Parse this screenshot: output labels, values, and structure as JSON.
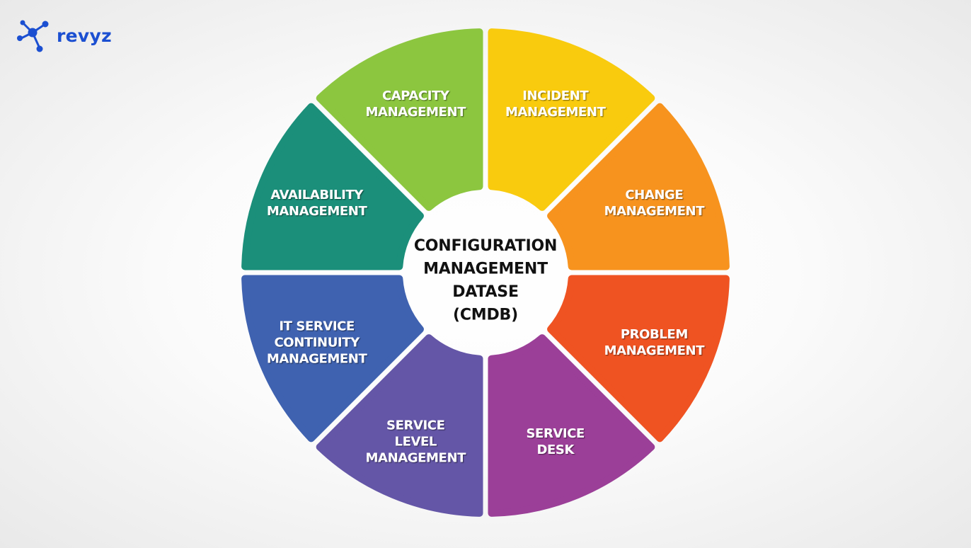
{
  "brand": {
    "name": "revyz",
    "color": "#1b4fd1",
    "icon": "molecule-network-icon"
  },
  "center": {
    "lines": [
      "CONFIGURATION",
      "MANAGEMENT",
      "DATASE",
      "(CMDB)"
    ],
    "color": "#111111"
  },
  "segments": [
    {
      "id": "incident",
      "lines": [
        "INCIDENT",
        "MANAGEMENT"
      ],
      "color": "#f9cb0e"
    },
    {
      "id": "change",
      "lines": [
        "CHANGE",
        "MANAGEMENT"
      ],
      "color": "#f7931e"
    },
    {
      "id": "problem",
      "lines": [
        "PROBLEM",
        "MANAGEMENT"
      ],
      "color": "#ef5322"
    },
    {
      "id": "service-desk",
      "lines": [
        "SERVICE",
        "DESK"
      ],
      "color": "#9b3f98"
    },
    {
      "id": "service-level",
      "lines": [
        "SERVICE",
        "LEVEL",
        "MANAGEMENT"
      ],
      "color": "#6456a7"
    },
    {
      "id": "it-service-continuity",
      "lines": [
        "IT SERVICE",
        "CONTINUITY",
        "MANAGEMENT"
      ],
      "color": "#3f62b0"
    },
    {
      "id": "availability",
      "lines": [
        "AVAILABILITY",
        "MANAGEMENT"
      ],
      "color": "#1b8f7a"
    },
    {
      "id": "capacity",
      "lines": [
        "CAPACITY",
        "MANAGEMENT"
      ],
      "color": "#8cc63f"
    }
  ]
}
